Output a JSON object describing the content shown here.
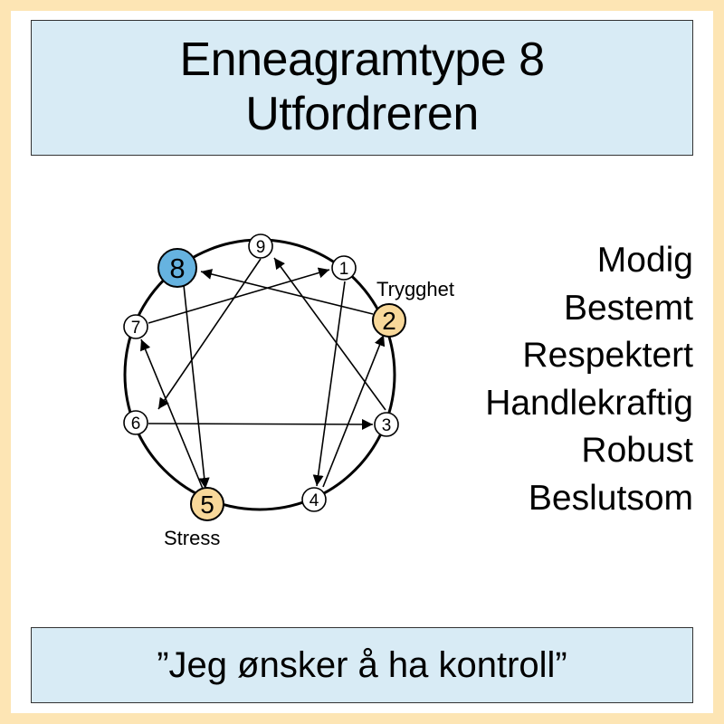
{
  "title": {
    "line1": "Enneagramtype 8",
    "line2": "Utfordreren"
  },
  "traits": [
    "Modig",
    "Bestemt",
    "Respektert",
    "Handlekraftig",
    "Robust",
    "Beslutsom"
  ],
  "quote": "”Jeg ønsker å ha kontroll”",
  "diagram": {
    "points": [
      "9",
      "1",
      "2",
      "3",
      "4",
      "5",
      "6",
      "7",
      "8"
    ],
    "labels": {
      "security": "Trygghet",
      "stress": "Stress"
    }
  },
  "colors": {
    "frame": "#fde5b4",
    "box_fill": "#d8ebf5",
    "main_type": "#66b3e0",
    "direction_points": "#f8d89a"
  }
}
